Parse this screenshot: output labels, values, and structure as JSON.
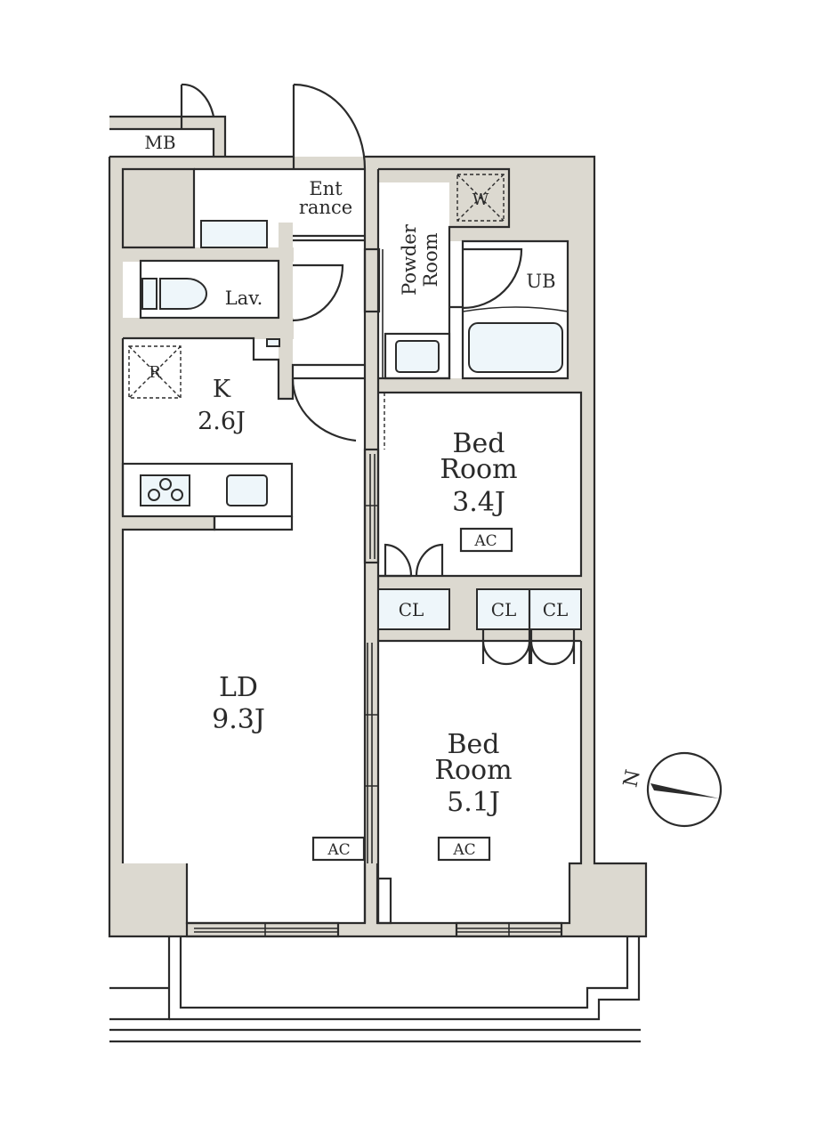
{
  "colors": {
    "wall": "#dcd9d0",
    "line": "#2b2b2b",
    "fixture": "#eef6fa",
    "background": "#ffffff"
  },
  "labels": {
    "mb": "MB",
    "entrance_1": "Ent",
    "entrance_2": "rance",
    "powder_1": "Powder",
    "powder_2": "Room",
    "washer": "W",
    "ub": "UB",
    "lav": "Lav.",
    "fridge": "R",
    "kitchen_name": "K",
    "kitchen_size": "2.6J",
    "bed1_1": "Bed",
    "bed1_2": "Room",
    "bed1_size": "3.4J",
    "bed1_ac": "AC",
    "cl_1": "CL",
    "cl_2": "CL",
    "cl_3": "CL",
    "ld_name": "LD",
    "ld_size": "9.3J",
    "ld_ac": "AC",
    "bed2_1": "Bed",
    "bed2_2": "Room",
    "bed2_size": "5.1J",
    "bed2_ac": "AC",
    "compass_n": "N"
  }
}
